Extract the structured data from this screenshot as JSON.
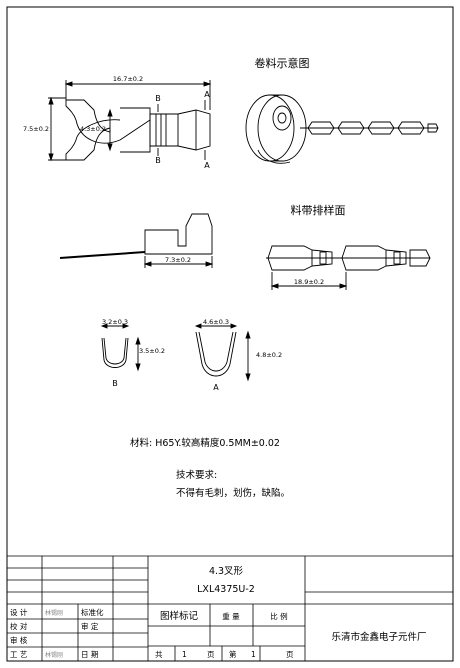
{
  "labels": {
    "reel_title": "卷料示意图",
    "strip_title": "料带排样面",
    "section_a": "A",
    "section_b": "B"
  },
  "dimensions": {
    "length": "16.7±0.2",
    "height": "7.5±0.2",
    "slot": "4.3±0.2",
    "crimp_length": "7.3±0.2",
    "pitch": "18.9±0.2",
    "b_width": "3.2±0.3",
    "b_height": "3.5±0.2",
    "a_width": "4.6±0.3",
    "a_height": "4.8±0.2"
  },
  "notes": {
    "material": "材料:  H65Y.较高精度0.5MM±0.02",
    "tech_title": "技术要求:",
    "tech_body": "不得有毛刺，划伤，缺陷。"
  },
  "title_block": {
    "part_name": "4.3叉形",
    "part_number": "LXL4375U-2",
    "design": "设 计",
    "check": "校 对",
    "review": "审 核",
    "process": "工 艺",
    "standardize": "标准化",
    "approve": "审 定",
    "date": "日 期",
    "sheet_mark": "图样标记",
    "weight": "重 量",
    "scale": "比 例",
    "total": "共",
    "total_n": "1",
    "page_word": "页",
    "sheet": "第",
    "sheet_n": "1",
    "company": "乐清市金鑫电子元件厂",
    "faint_stamp": "林锡刚"
  }
}
